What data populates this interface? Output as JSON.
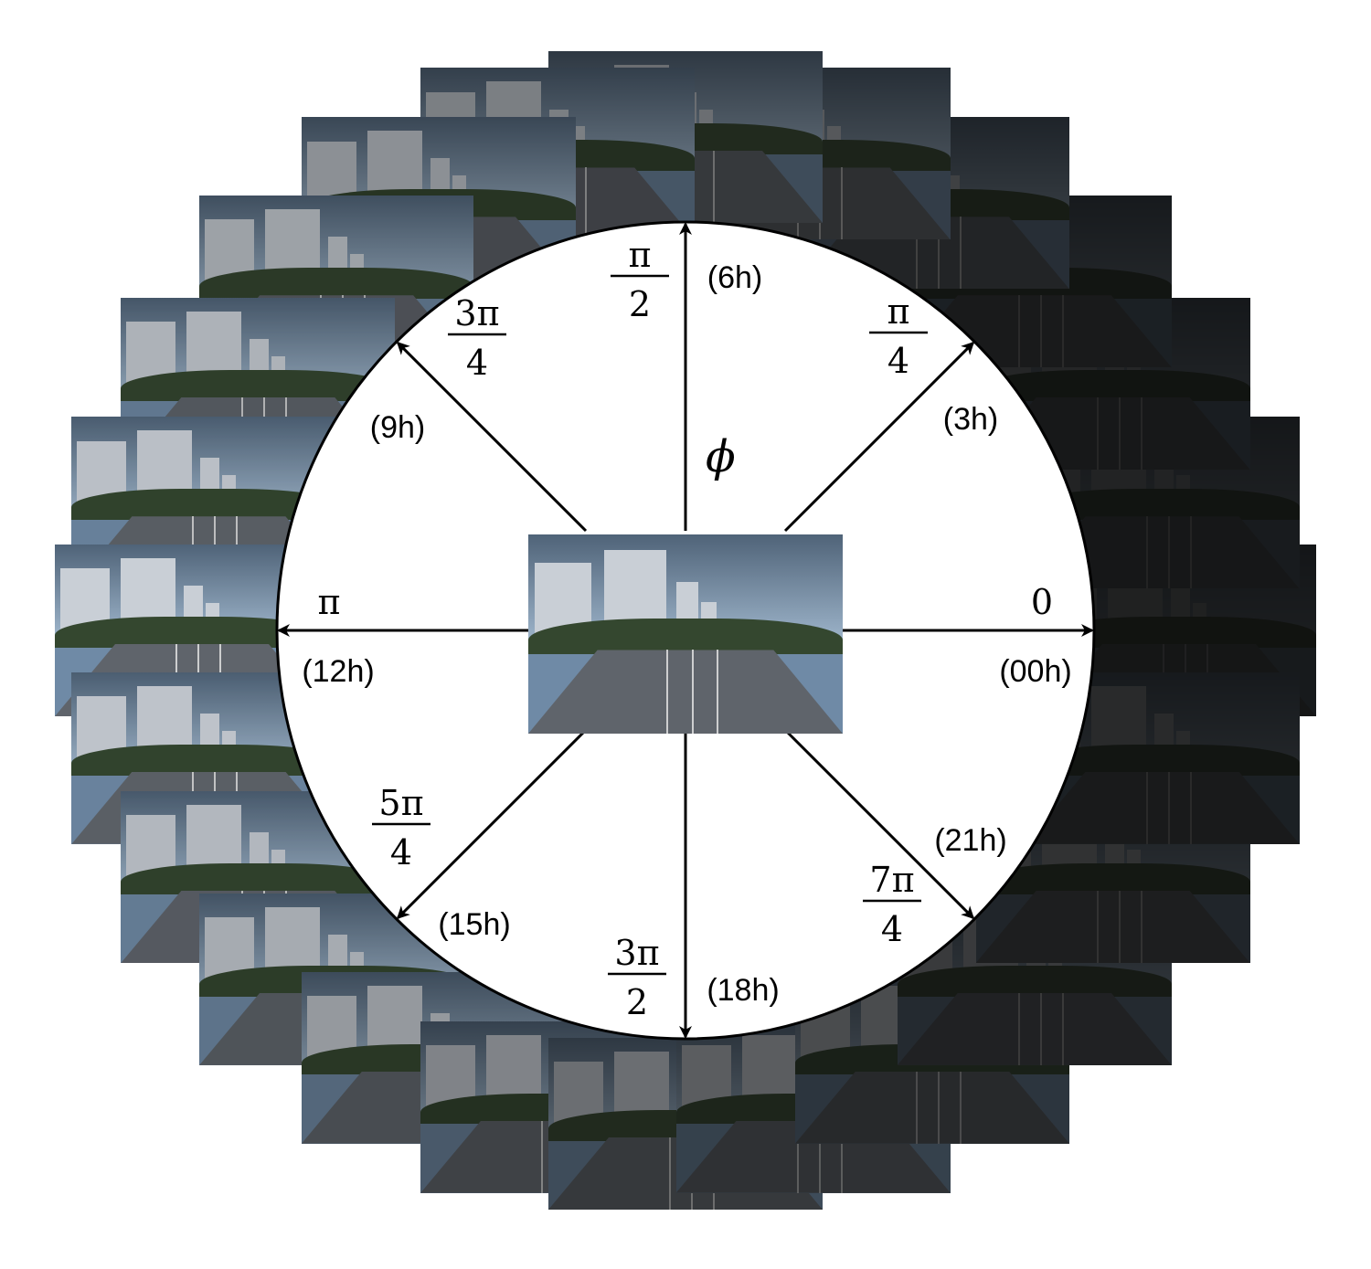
{
  "diagram": {
    "center_variable": "ϕ",
    "axes": [
      {
        "id": "a0",
        "angle_num": "0",
        "angle_den": "",
        "hour": "(00h)",
        "dark": 1.0
      },
      {
        "id": "a45",
        "angle_num": "π",
        "angle_den": "4",
        "hour": "(3h)",
        "dark": 0.95
      },
      {
        "id": "a90",
        "angle_num": "π",
        "angle_den": "2",
        "hour": "(6h)",
        "dark": 0.55
      },
      {
        "id": "a135",
        "angle_num": "3π",
        "angle_den": "4",
        "hour": "(9h)",
        "dark": 0.25
      },
      {
        "id": "a180",
        "angle_num": "π",
        "angle_den": "",
        "hour": "(12h)",
        "dark": 0.0
      },
      {
        "id": "a225",
        "angle_num": "5π",
        "angle_den": "4",
        "hour": "(15h)",
        "dark": 0.2
      },
      {
        "id": "a270",
        "angle_num": "3π",
        "angle_den": "2",
        "hour": "(18h)",
        "dark": 0.55
      },
      {
        "id": "a315",
        "angle_num": "7π",
        "angle_den": "4",
        "hour": "(21h)",
        "dark": 0.85
      }
    ],
    "colors": {
      "sky_day": "#9fb6cc",
      "sky_dusk": "#4f6378",
      "building": "#c9cfd6",
      "trees": "#34472f",
      "road": "#5f646b",
      "night": "#0d0d0d",
      "line": "#000000"
    }
  }
}
